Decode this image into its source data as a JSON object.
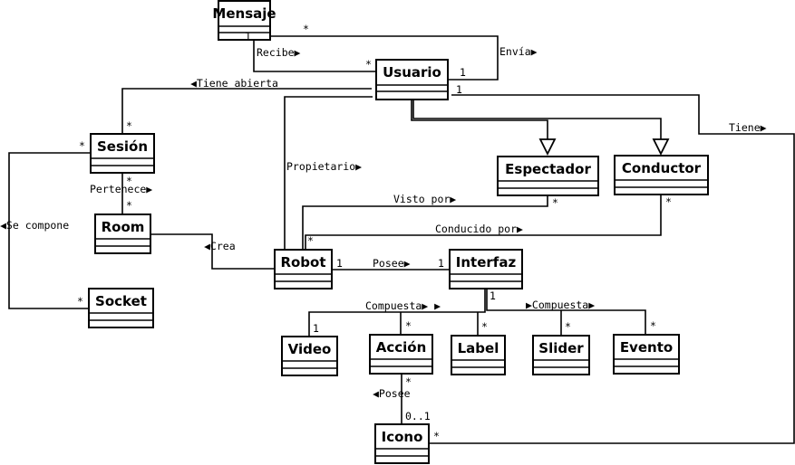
{
  "classes": {
    "mensaje": "Mensaje",
    "usuario": "Usuario",
    "sesion": "Sesión",
    "room": "Room",
    "socket": "Socket",
    "robot": "Robot",
    "interfaz": "Interfaz",
    "espectador": "Espectador",
    "conductor": "Conductor",
    "video": "Video",
    "accion": "Acción",
    "label": "Label",
    "slider": "Slider",
    "evento": "Evento",
    "icono": "Icono"
  },
  "associations": {
    "recibe": "Recibe▶",
    "envia": "Envía▶",
    "tiene_abierta": "◀Tiene abierta",
    "tiene": "Tiene▶",
    "propietario": "Propietario▶",
    "pertenece": "Pertenece▶",
    "se_compone": "◀Se compone",
    "crea": "◀Crea",
    "visto_por": "Visto por▶",
    "conducido_por": "Conducido por▶",
    "posee_interfaz": "Posee▶",
    "compuesta_left": "Compuesta▶ ▶",
    "compuesta_right": "▶Compuesta▶",
    "posee_icono": "◀Posee"
  },
  "multiplicities": {
    "mensaje_right": "*",
    "mensaje_bottom": "1",
    "usuario_recibe": "*",
    "usuario_envia": "1",
    "usuario_tiene": "1",
    "sesion_top": "*",
    "sesion_left": "*",
    "sesion_bottom": "*",
    "room_top": "*",
    "socket_left": "*",
    "espectador": "*",
    "conductor": "*",
    "robot_top": "*",
    "robot_posee": "1",
    "interfaz_posee": "1",
    "interfaz_bottom": "1",
    "video": "1",
    "accion_top": "*",
    "label": "*",
    "slider": "*",
    "evento": "*",
    "accion_bottom": "*",
    "icono_top": "0..1",
    "icono_right": "*"
  }
}
